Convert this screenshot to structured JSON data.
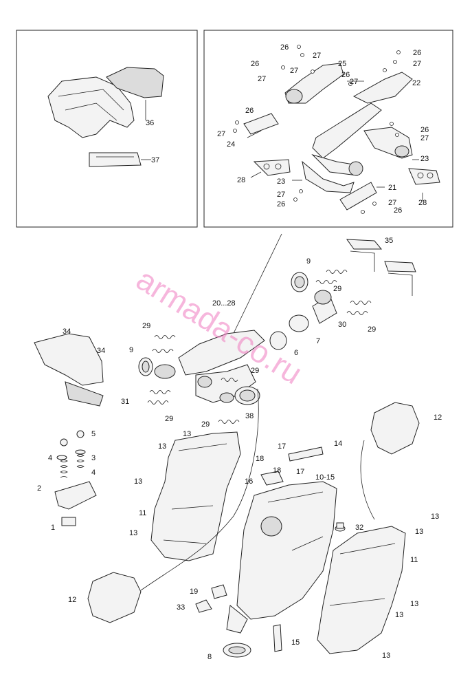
{
  "watermark": "armada-co.ru",
  "callouts": [
    {
      "id": "c36",
      "text": "36"
    },
    {
      "id": "c37",
      "text": "37"
    },
    {
      "id": "c26a",
      "text": "26"
    },
    {
      "id": "c27a",
      "text": "27"
    },
    {
      "id": "c26b",
      "text": "26"
    },
    {
      "id": "c27b",
      "text": "27"
    },
    {
      "id": "c27c",
      "text": "27"
    },
    {
      "id": "c25",
      "text": "25"
    },
    {
      "id": "c26c",
      "text": "26"
    },
    {
      "id": "c27d",
      "text": "27"
    },
    {
      "id": "c26d",
      "text": "26"
    },
    {
      "id": "c27e",
      "text": "27"
    },
    {
      "id": "c22",
      "text": "22"
    },
    {
      "id": "c26e",
      "text": "26"
    },
    {
      "id": "c27f",
      "text": "27"
    },
    {
      "id": "c24",
      "text": "24"
    },
    {
      "id": "c26f",
      "text": "26"
    },
    {
      "id": "c27g",
      "text": "27"
    },
    {
      "id": "c23a",
      "text": "23"
    },
    {
      "id": "c28a",
      "text": "28"
    },
    {
      "id": "c23b",
      "text": "23"
    },
    {
      "id": "c21",
      "text": "21"
    },
    {
      "id": "c27h",
      "text": "27"
    },
    {
      "id": "c26g",
      "text": "26"
    },
    {
      "id": "c27i",
      "text": "27"
    },
    {
      "id": "c26h",
      "text": "26"
    },
    {
      "id": "c28b",
      "text": "28"
    },
    {
      "id": "c35",
      "text": "35"
    },
    {
      "id": "c9a",
      "text": "9"
    },
    {
      "id": "c29a",
      "text": "29"
    },
    {
      "id": "c20",
      "text": "20...28"
    },
    {
      "id": "c30",
      "text": "30"
    },
    {
      "id": "c29b",
      "text": "29"
    },
    {
      "id": "c7",
      "text": "7"
    },
    {
      "id": "c6",
      "text": "6"
    },
    {
      "id": "c29c",
      "text": "29"
    },
    {
      "id": "c9b",
      "text": "9"
    },
    {
      "id": "c29d",
      "text": "29"
    },
    {
      "id": "c29e",
      "text": "29"
    },
    {
      "id": "c38",
      "text": "38"
    },
    {
      "id": "c29f",
      "text": "29"
    },
    {
      "id": "c34a",
      "text": "34"
    },
    {
      "id": "c34b",
      "text": "34"
    },
    {
      "id": "c31",
      "text": "31"
    },
    {
      "id": "c5",
      "text": "5"
    },
    {
      "id": "c4a",
      "text": "4"
    },
    {
      "id": "c3",
      "text": "3"
    },
    {
      "id": "c4b",
      "text": "4"
    },
    {
      "id": "c2",
      "text": "2"
    },
    {
      "id": "c1",
      "text": "1"
    },
    {
      "id": "c13a",
      "text": "13"
    },
    {
      "id": "c13b",
      "text": "13"
    },
    {
      "id": "c13c",
      "text": "13"
    },
    {
      "id": "c11a",
      "text": "11"
    },
    {
      "id": "c13d",
      "text": "13"
    },
    {
      "id": "c12a",
      "text": "12"
    },
    {
      "id": "c17a",
      "text": "17"
    },
    {
      "id": "c14",
      "text": "14"
    },
    {
      "id": "c18a",
      "text": "18"
    },
    {
      "id": "c18b",
      "text": "18"
    },
    {
      "id": "c17b",
      "text": "17"
    },
    {
      "id": "c1015",
      "text": "10-15"
    },
    {
      "id": "c16",
      "text": "16"
    },
    {
      "id": "c12b",
      "text": "12"
    },
    {
      "id": "c32",
      "text": "32"
    },
    {
      "id": "c13e",
      "text": "13"
    },
    {
      "id": "c13f",
      "text": "13"
    },
    {
      "id": "c11b",
      "text": "11"
    },
    {
      "id": "c19",
      "text": "19"
    },
    {
      "id": "c33",
      "text": "33"
    },
    {
      "id": "c13g",
      "text": "13"
    },
    {
      "id": "c13h",
      "text": "13"
    },
    {
      "id": "c15",
      "text": "15"
    },
    {
      "id": "c8",
      "text": "8"
    },
    {
      "id": "c13i",
      "text": "13"
    }
  ]
}
